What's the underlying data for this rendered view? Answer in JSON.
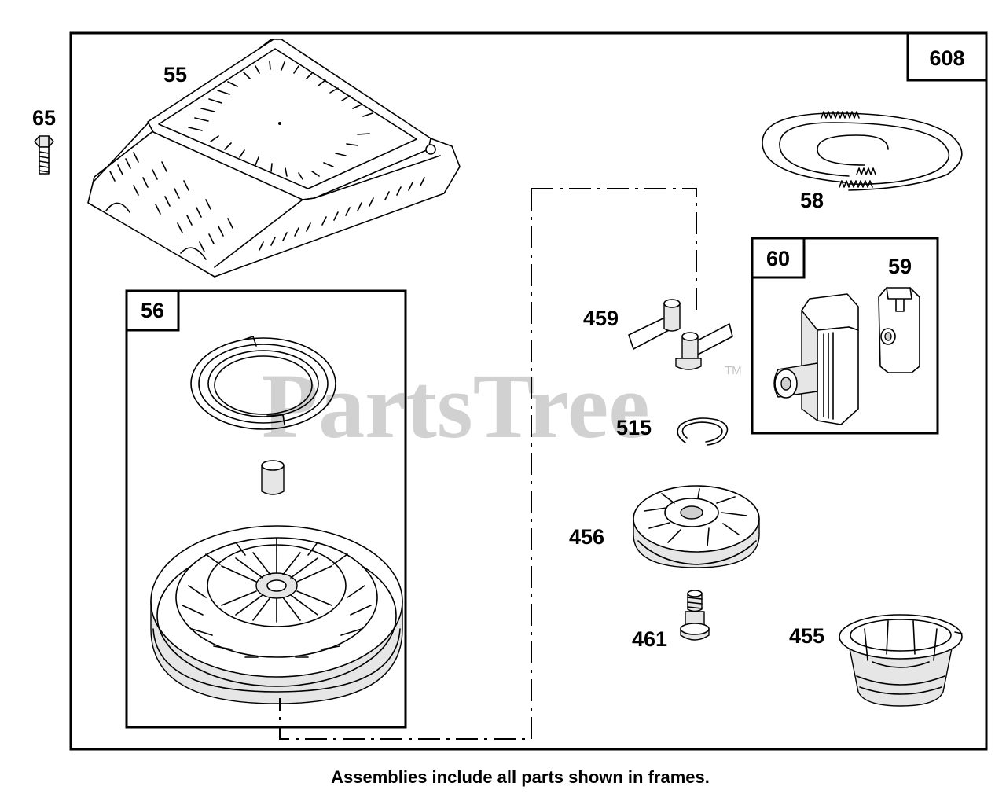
{
  "diagram": {
    "watermark": "PartsTree",
    "watermark_mark": "TM",
    "caption": "Assemblies include all parts shown in frames.",
    "frames": {
      "main": "608",
      "starter_pulley_assembly": "56",
      "handle_assembly": "60"
    },
    "callouts": {
      "bolt": "65",
      "blower_housing": "55",
      "starter_rope": "58",
      "handle_insert": "59",
      "dog": "459",
      "retainer_ring": "515",
      "dog_retainer": "456",
      "retainer_screw": "461",
      "starter_cup": "455"
    }
  }
}
